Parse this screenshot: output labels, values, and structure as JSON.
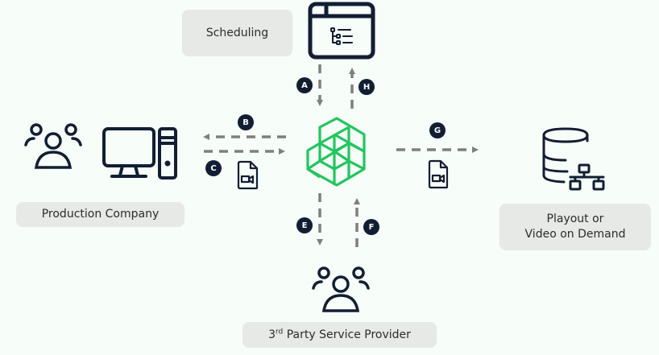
{
  "diagram": {
    "nodes": {
      "scheduling": {
        "label": "Scheduling",
        "icon": "browser-window-tree-icon"
      },
      "production": {
        "label": "Production Company",
        "icons": [
          "people-icon",
          "desktop-computer-icon"
        ]
      },
      "hub": {
        "icon": "green-hexagon-cube-logo"
      },
      "playout": {
        "label_line1": "Playout or",
        "label_line2": "Video on Demand",
        "icon": "database-network-icon"
      },
      "provider": {
        "label_prefix": "3",
        "label_sup": "rd",
        "label_rest": " Party Service Provider",
        "icon": "people-icon"
      }
    },
    "edges": [
      {
        "id": "A",
        "from": "scheduling",
        "to": "hub"
      },
      {
        "id": "H",
        "from": "hub",
        "to": "scheduling"
      },
      {
        "id": "B",
        "from": "hub",
        "to": "production"
      },
      {
        "id": "C",
        "from": "production",
        "to": "hub",
        "payload": "video-file-icon"
      },
      {
        "id": "G",
        "from": "hub",
        "to": "playout",
        "payload": "video-file-icon"
      },
      {
        "id": "E",
        "from": "hub",
        "to": "provider"
      },
      {
        "id": "F",
        "from": "provider",
        "to": "hub"
      }
    ],
    "colors": {
      "background": "#f7fdf9",
      "icon": "#111e33",
      "arrow": "#7f7f7f",
      "logo": "#22c55e",
      "label_bg": "#e6e9e6",
      "badge": "#111e33"
    }
  }
}
